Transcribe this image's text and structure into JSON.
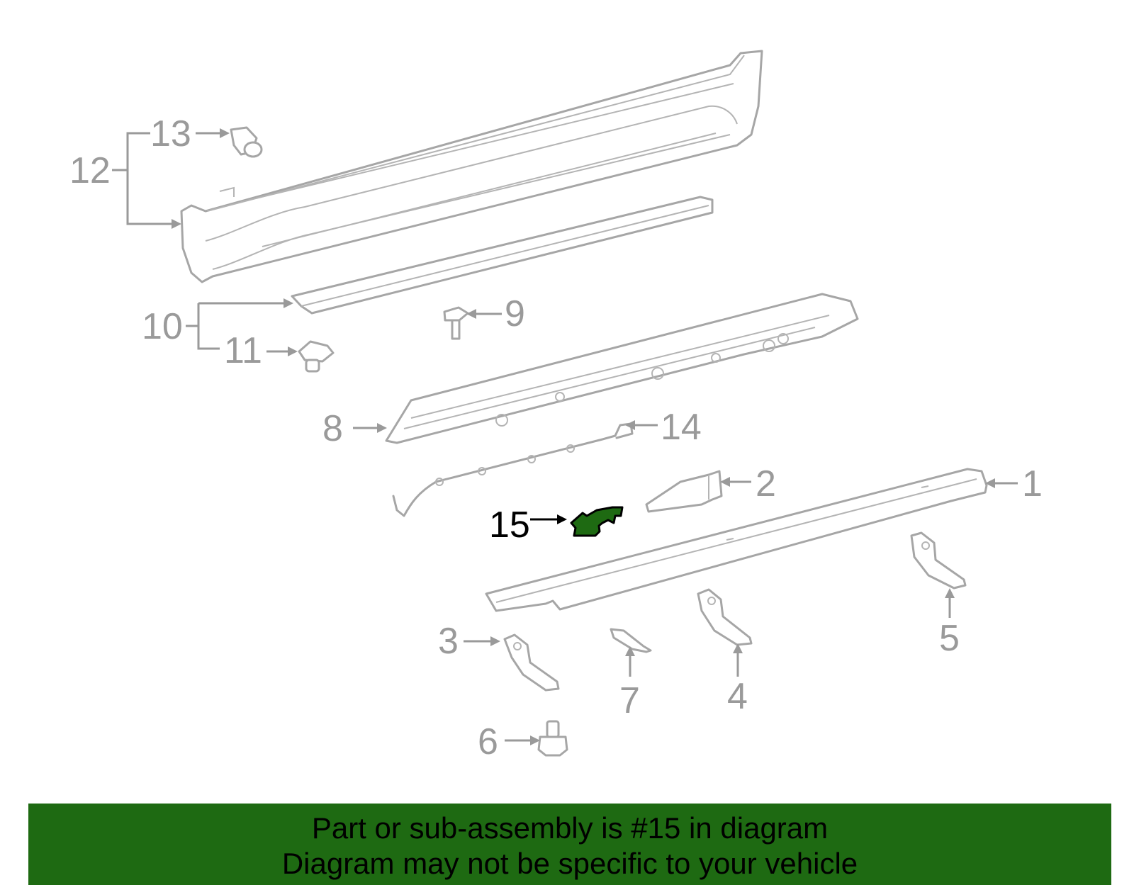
{
  "diagram": {
    "callouts": {
      "c1": "1",
      "c2": "2",
      "c3": "3",
      "c4": "4",
      "c5": "5",
      "c6": "6",
      "c7": "7",
      "c8": "8",
      "c9": "9",
      "c10": "10",
      "c11": "11",
      "c12": "12",
      "c13": "13",
      "c14": "14",
      "c15": "15"
    },
    "highlighted_part": "15",
    "colors": {
      "highlight": "#1e6a12",
      "part_lines": "#a6a6a6",
      "labels": "#9a9a9a"
    }
  },
  "banner": {
    "line1": "Part or sub-assembly is #15 in diagram",
    "line2": "Diagram may not be specific to your vehicle"
  }
}
